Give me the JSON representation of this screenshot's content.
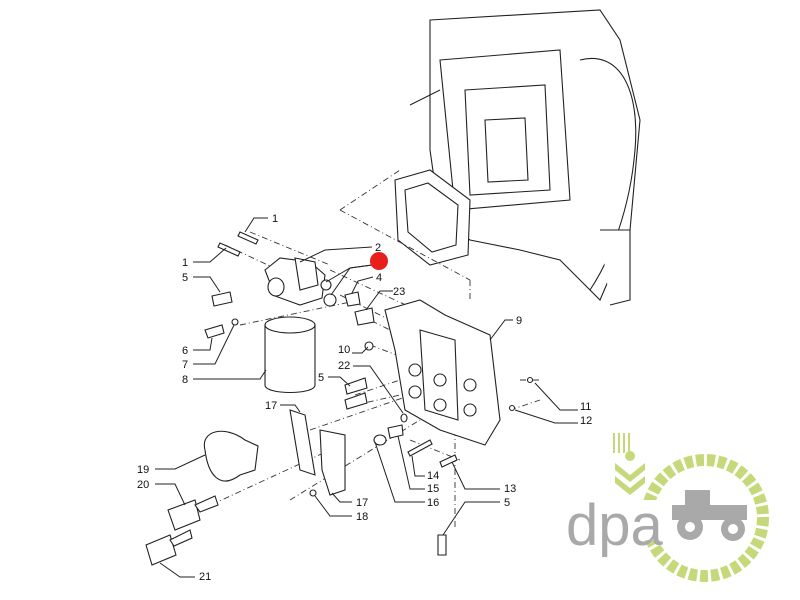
{
  "diagram": {
    "callouts": [
      "1",
      "1",
      "5",
      "2",
      "4",
      "23",
      "9",
      "10",
      "22",
      "5",
      "17",
      "11",
      "12",
      "14",
      "15",
      "13",
      "16",
      "5",
      "17",
      "18",
      "19",
      "20",
      "6",
      "7",
      "8",
      "21"
    ],
    "highlight_color": "#e8201c",
    "highlighted_callout": "2"
  },
  "logo": {
    "text": "dpa",
    "green": "#c6d97a",
    "gray": "#a9a9a9"
  }
}
